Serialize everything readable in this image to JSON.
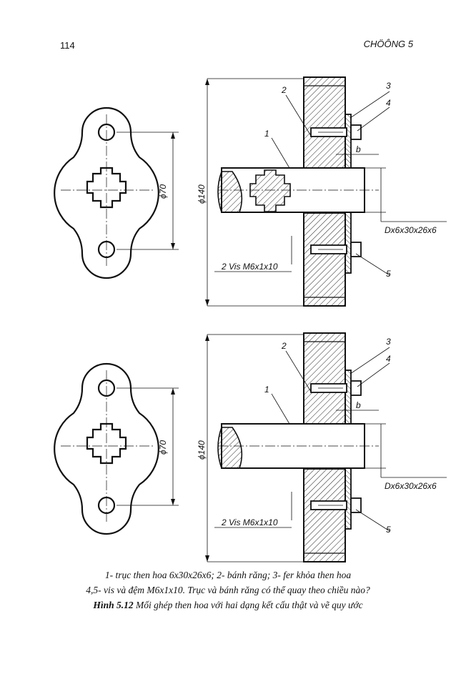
{
  "header": {
    "page_number": "114",
    "chapter": "CHÖÔNG 5"
  },
  "figure_top": {
    "dim_pitch": "ϕ70",
    "dim_outer": "ϕ140",
    "dim_b": "b",
    "callout_1": "1",
    "callout_2": "2",
    "callout_3": "3",
    "callout_4": "4",
    "callout_5": "5",
    "spline_label": "Dx6x30x26x6",
    "screw_label": "2 Vis M6x1x10"
  },
  "figure_bottom": {
    "dim_pitch": "ϕ70",
    "dim_outer": "ϕ140",
    "dim_b": "b",
    "callout_1": "1",
    "callout_2": "2",
    "callout_3": "3",
    "callout_4": "4",
    "callout_5": "5",
    "spline_label": "Dx6x30x26x6",
    "screw_label": "2 Vis M6x1x10"
  },
  "caption": {
    "line1": "1- trục then hoa 6x30x26x6;  2- bánh răng;  3- fer khỏa then hoa",
    "line2": "4,5- vis và đệm M6x1x10. Trục và bánh răng có thể quay theo chiều nào?",
    "fig_label": "Hình 5.12",
    "fig_title": "Mối ghép then hoa với hai dạng kết cấu thật và vẽ quy ước"
  }
}
